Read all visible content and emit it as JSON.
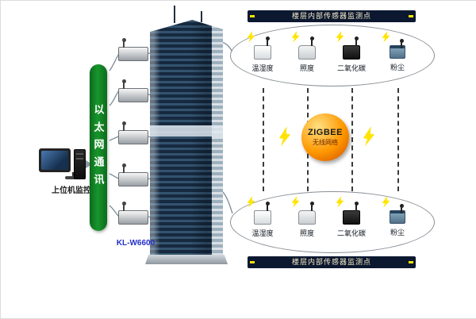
{
  "labels": {
    "host": "上位机监控",
    "ethernet": "以太网通讯",
    "device_model": "KL-W6600"
  },
  "zigbee": {
    "title": "ZIGBEE",
    "subtitle": "无线网络"
  },
  "sensor_groups": {
    "top": {
      "banner": "楼层内部传感器监测点"
    },
    "bottom": {
      "banner": "楼层内部传感器监测点"
    }
  },
  "sensors": [
    {
      "label": "温湿度",
      "icon": "temp-humidity-sensor-icon"
    },
    {
      "label": "照度",
      "icon": "illuminance-sensor-icon"
    },
    {
      "label": "二氧化碳",
      "icon": "co2-sensor-icon"
    },
    {
      "label": "粉尘",
      "icon": "dust-sensor-icon"
    }
  ],
  "icons": {
    "host": "desktop-pc-icon",
    "gateway": "router-icon",
    "wireless_burst": "lightning-icon",
    "network": "zigbee-ball-icon",
    "site": "office-building-icon"
  },
  "colors": {
    "ethernet_bar": "#18962c",
    "zigbee_ball": "#ff9800",
    "lightning": "#ffe400",
    "banner_bg": "#0c1830",
    "banner_text": "#f7ecc8",
    "model_text": "#2230c8"
  }
}
